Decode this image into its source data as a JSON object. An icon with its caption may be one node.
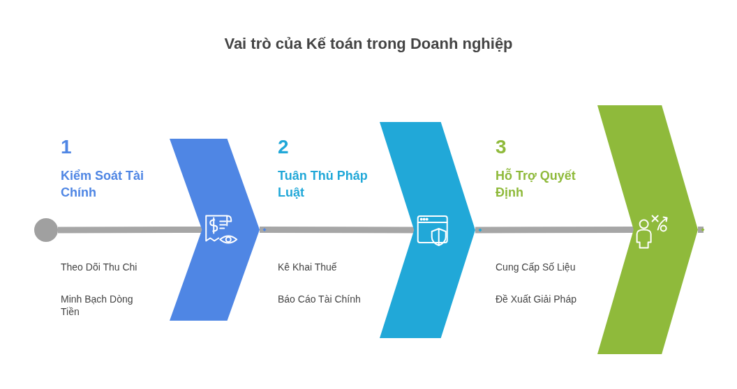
{
  "diagram": {
    "title": "Vai trò của Kế toán trong Doanh nghiệp",
    "nodes": [
      {
        "text": [],
        "shape": "circle"
      },
      {
        "text": [],
        "shape": "chevron",
        "beside": [
          "1",
          "Kiểm Soát Tài Chính",
          "Theo Dõi Thu Chi",
          "Minh Bạch Dòng Tiền"
        ]
      },
      {
        "text": [],
        "shape": "chevron",
        "beside": [
          "2",
          "Tuân Thủ Pháp Luật",
          "Kê Khai Thuế",
          "Báo Cáo Tài Chính"
        ]
      },
      {
        "text": [],
        "shape": "chevron",
        "beside": [
          "3",
          "Hỗ Trợ Quyết Định",
          "Cung Cấp Số Liệu",
          "Đề Xuất Giải Pháp"
        ]
      }
    ],
    "edges": [
      {
        "from": 0,
        "to": 1,
        "arrow": "none"
      },
      {
        "from": 1,
        "to": 2,
        "arrow": "other"
      },
      {
        "from": 2,
        "to": 3,
        "arrow": "other"
      },
      {
        "from": 3,
        "to": null,
        "arrow": "other"
      }
    ]
  }
}
